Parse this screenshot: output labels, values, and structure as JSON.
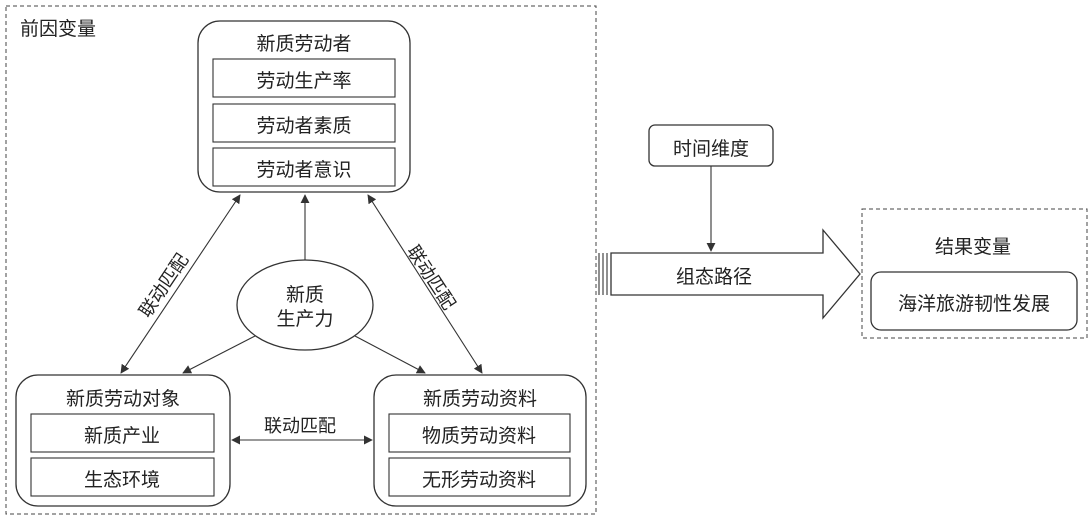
{
  "antecedent": {
    "title": "前因变量",
    "laborer": {
      "title": "新质劳动者",
      "items": [
        "劳动生产率",
        "劳动者素质",
        "劳动者意识"
      ]
    },
    "object": {
      "title": "新质劳动对象",
      "items": [
        "新质产业",
        "生态环境"
      ]
    },
    "means": {
      "title": "新质劳动资料",
      "items": [
        "物质劳动资料",
        "无形劳动资料"
      ]
    },
    "center": {
      "line1": "新质",
      "line2": "生产力"
    },
    "link_left": "联动匹配",
    "link_right": "联动匹配",
    "link_bottom": "联动匹配"
  },
  "time_dimension": "时间维度",
  "path_label": "组态路径",
  "outcome": {
    "title": "结果变量",
    "item": "海洋旅游韧性发展"
  }
}
